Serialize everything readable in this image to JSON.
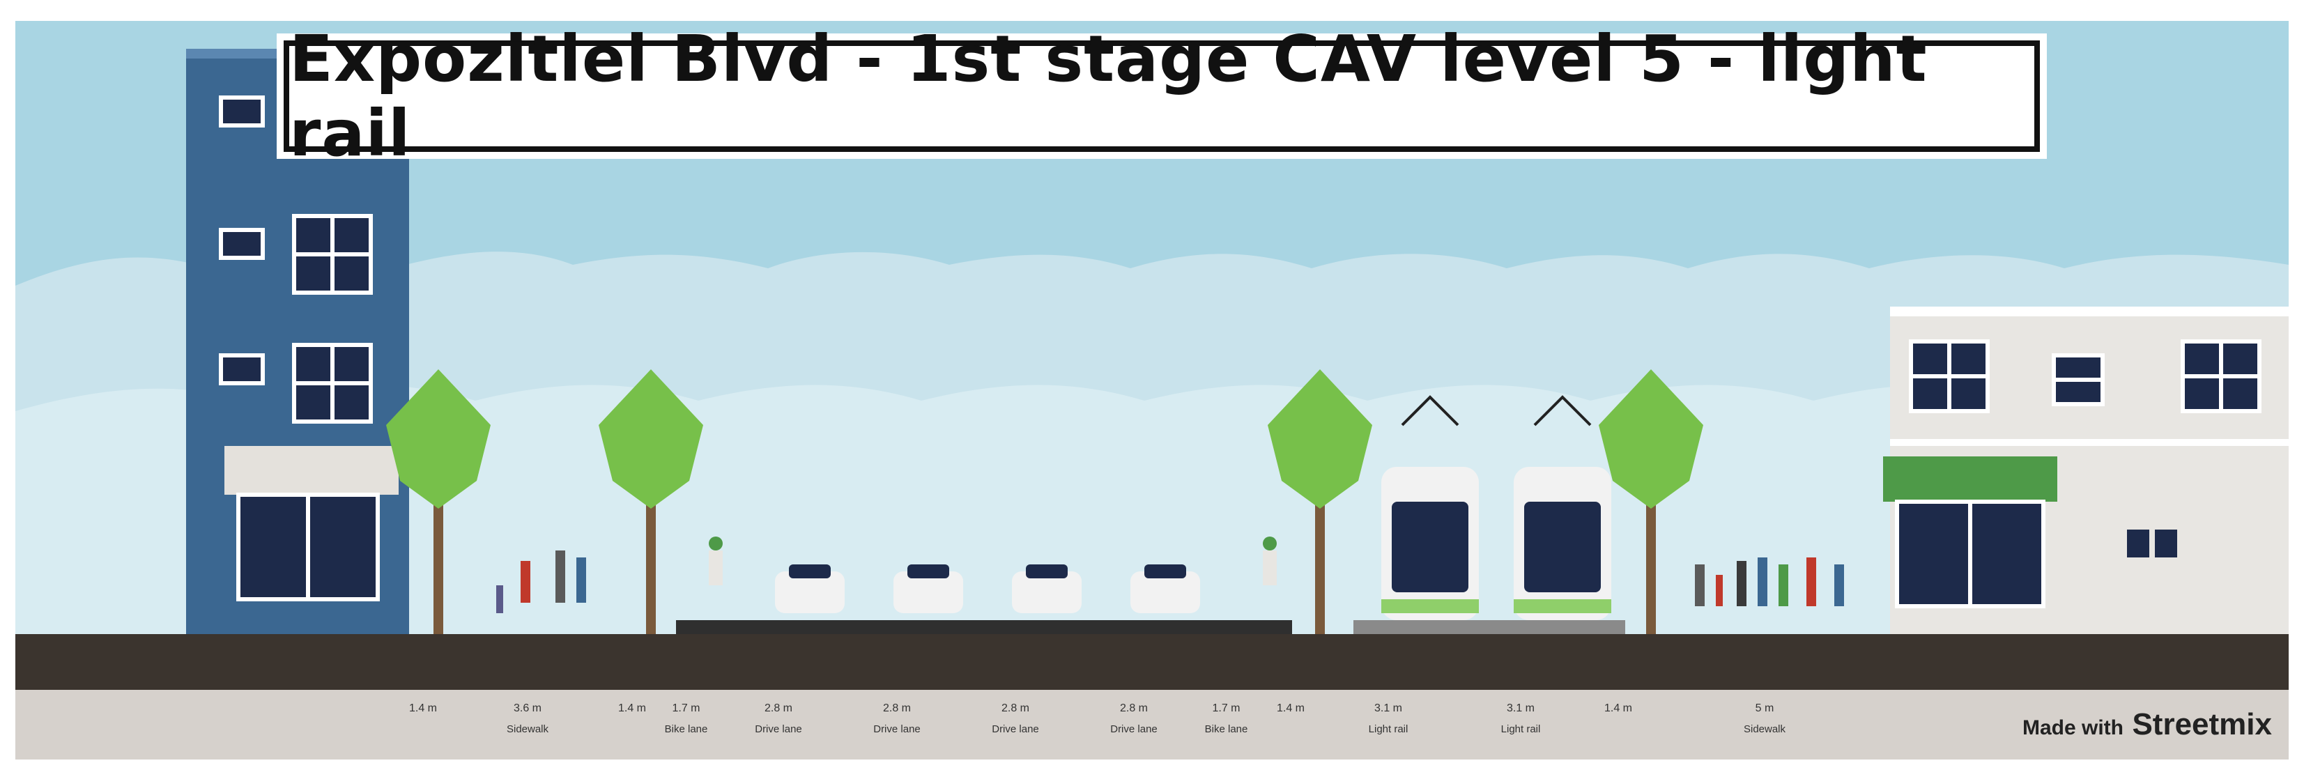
{
  "title": "Expozitiei Blvd - 1st stage CAV level 5 - light rail",
  "credit": {
    "prefix": "Made with",
    "brand": "Streetmix"
  },
  "colors": {
    "sky": "#a9d5e3",
    "cloud": "#cfe7ef",
    "asphalt": "#2f2f2f",
    "sidewalk": "#d6d1cc",
    "ground": "#3b342e",
    "building_left": "#3b6791",
    "building_right": "#e8e6e2",
    "awning_right": "#4e9a48",
    "tree": "#77c04a",
    "trunk": "#7a5a3c",
    "tram_accent": "#8fcf6a"
  },
  "segments": [
    {
      "width": "1.4 m",
      "name": ""
    },
    {
      "width": "3.6 m",
      "name": "Sidewalk"
    },
    {
      "width": "1.4 m",
      "name": ""
    },
    {
      "width": "1.7 m",
      "name": "Bike lane"
    },
    {
      "width": "2.8 m",
      "name": "Drive lane"
    },
    {
      "width": "2.8 m",
      "name": "Drive lane"
    },
    {
      "width": "2.8 m",
      "name": "Drive lane"
    },
    {
      "width": "2.8 m",
      "name": "Drive lane"
    },
    {
      "width": "1.7 m",
      "name": "Bike lane"
    },
    {
      "width": "1.4 m",
      "name": ""
    },
    {
      "width": "3.1 m",
      "name": "Light rail"
    },
    {
      "width": "3.1 m",
      "name": "Light rail"
    },
    {
      "width": "1.4 m",
      "name": ""
    },
    {
      "width": "5 m",
      "name": "Sidewalk"
    }
  ]
}
